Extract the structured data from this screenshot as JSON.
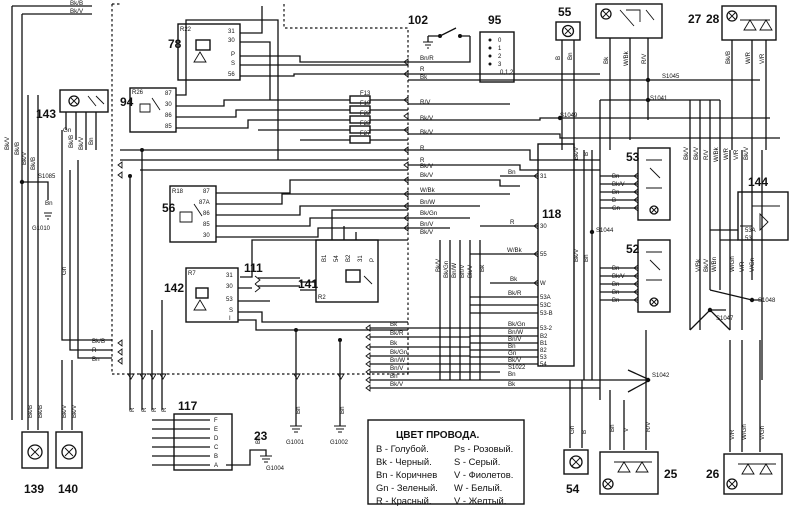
{
  "components": {
    "c139": "139",
    "c140": "140",
    "c143": "143",
    "c94": "94",
    "c78": "78",
    "c102": "102",
    "c95": "95",
    "c55": "55",
    "c27": "27",
    "c28": "28",
    "c56": "56",
    "c142": "142",
    "c111": "111",
    "c141": "141",
    "c118": "118",
    "c117": "117",
    "c23": "23",
    "c53": "53",
    "c52": "52",
    "c144": "144",
    "c54": "54",
    "c25": "25",
    "c26": "26"
  },
  "relays": {
    "r22": "R22",
    "r26": "R26",
    "r18": "R18",
    "r7": "R7",
    "r2": "R2",
    "r22_pins": [
      "31",
      "30",
      "P",
      "S",
      "56"
    ],
    "r26_pins": [
      "87",
      "30",
      "86",
      "85"
    ],
    "r18_pins": [
      "87",
      "87A",
      "86",
      "85",
      "30"
    ],
    "r7_pins": [
      "31",
      "30",
      "53",
      "S",
      "I"
    ],
    "r2_pins": [
      "B1",
      "54",
      "B2",
      "31",
      "P"
    ]
  },
  "fuses": [
    "F13",
    "F19",
    "F22",
    "F23",
    "F27"
  ],
  "grounds": [
    "G1010",
    "G1001",
    "G1002",
    "G1004"
  ],
  "splices": [
    "S1085",
    "S1045",
    "S1041",
    "S1049",
    "S1044",
    "S1048",
    "S1047",
    "S1042",
    "S1022"
  ],
  "switch95_positions": [
    "0",
    "1",
    "2",
    "3",
    "0,1,2"
  ],
  "connector117_pins": [
    "F",
    "E",
    "D",
    "C",
    "B",
    "A"
  ],
  "module118_pins": [
    "31",
    "30",
    "55",
    "W",
    "53A",
    "53C",
    "53-B",
    "53-2",
    "B2",
    "B1",
    "82",
    "53",
    "54"
  ],
  "module53_pins": [
    "Bn",
    "Bk/V",
    "Bn",
    "B",
    "Gn"
  ],
  "module52_pins": [
    "Bn",
    "Bk/V",
    "Bn",
    "Bn",
    "Bn"
  ],
  "module144_pins": [
    "53A",
    "53"
  ],
  "wire_colors": {
    "top_left": [
      "Bk/B",
      "Bk/V"
    ],
    "left_verticals": [
      "Bk/V",
      "Bk/B",
      "Bk/V",
      "Bk/B"
    ],
    "lamp139": [
      "Bk/B",
      "Bk/B"
    ],
    "lamp140": [
      "Bk/V",
      "Bk/V"
    ],
    "left_mid": [
      "Bn",
      "Gn",
      "R"
    ],
    "c143_pins": [
      "Gn",
      "Bk/B",
      "Bk/V",
      "Bn"
    ],
    "c55_pins": [
      "B",
      "Bn"
    ],
    "c27_pins": [
      "Bk",
      "W/Bk",
      "R/V"
    ],
    "c28_pins": [
      "Bk/B",
      "W/R",
      "V/R"
    ],
    "rows_right_of_relays": [
      "Bn/R",
      "R",
      "Bk",
      "R/V",
      "Bk/V",
      "Bk/V",
      "R",
      "R",
      "Bk/V",
      "Bk/V",
      "W/Bk",
      "Bn/W",
      "Bk/Gn",
      "Bn/V",
      "Bk/V"
    ],
    "bottom_left_rows": [
      "Bk/B",
      "R",
      "Bn"
    ],
    "bus_mid_rows": [
      "Bk",
      "Bk/R",
      "Bk",
      "Bk/Gn",
      "Bn/W",
      "Bn/V",
      "Bn",
      "Bk/V",
      "R",
      "Gn",
      "Bn",
      "Bn"
    ],
    "verticals_118_left": [
      "Bk/V",
      "Bk/Gn",
      "Bn/W",
      "Bn/V",
      "Bk/V",
      "Bk"
    ],
    "verticals_right": [
      "Bk/V",
      "B",
      "Bk/V",
      "Bn",
      "Bk/V",
      "Bk/V",
      "R/V",
      "W/Bk",
      "W/R",
      "V/R",
      "Bk/V",
      "V/Bk",
      "Bk/V",
      "W/Bn",
      "W/Gn",
      "V/R",
      "V/Gn"
    ],
    "bottom_mid": [
      "R",
      "R",
      "R",
      "Bn",
      "Bn",
      "Bn",
      "R"
    ],
    "c54_pins": [
      "Gn",
      "B"
    ],
    "c25_pins": [
      "Bn",
      "V",
      "R/V"
    ],
    "c26_pins": [
      "V/R",
      "W/Gn",
      "V/Gn"
    ],
    "labels_118_row": [
      "Bn",
      "R",
      "W/Bk",
      "Bk",
      "Bk/R",
      "Bk/Gn",
      "Bn/W",
      "Bn/V",
      "Bn",
      "Gn",
      "Bk/V",
      "Bn",
      "Bk"
    ]
  },
  "legend": {
    "title": "ЦВЕТ ПРОВОДА.",
    "left": [
      "B - Голубой.",
      "Bk - Черный.",
      "Bn - Коричнев",
      "Gn - Зеленый.",
      "R - Красный."
    ],
    "right": [
      "Ps - Розовый.",
      "S - Серый.",
      "V - Фиолетов.",
      "W - Белый.",
      "V - Желтый."
    ]
  }
}
